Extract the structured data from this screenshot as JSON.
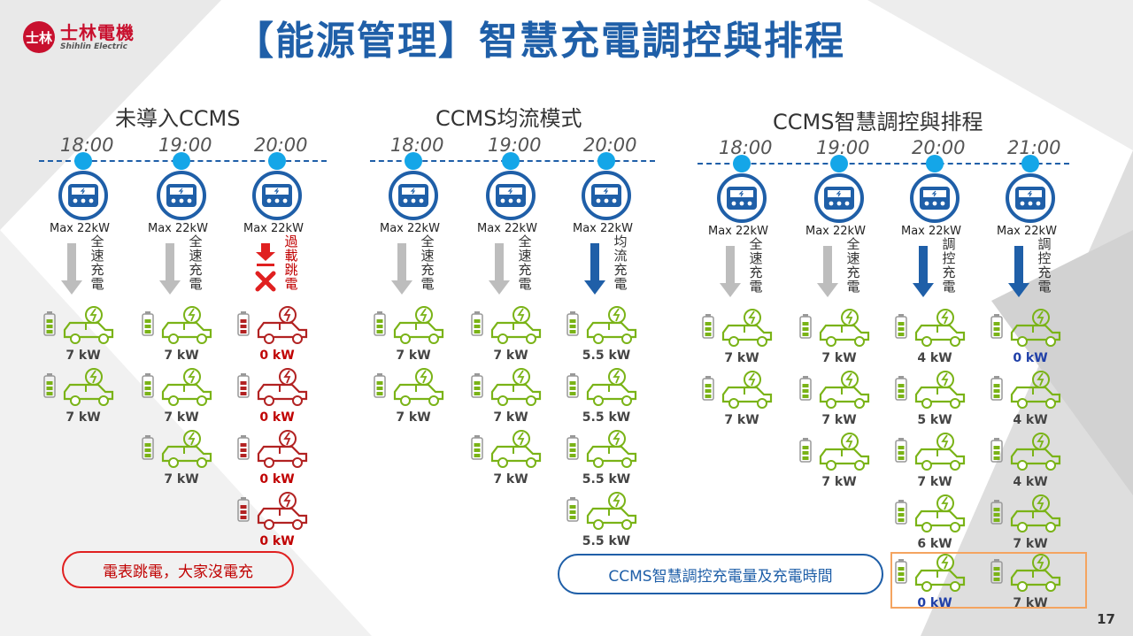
{
  "page_title": "【能源管理】智慧充電調控與排程",
  "brand": {
    "mark": "士林",
    "name_cn": "士林電機",
    "name_en": "Shihlin Electric"
  },
  "colors": {
    "primary_blue": "#1f5fa8",
    "dot_blue": "#14a6e8",
    "red": "#c00000",
    "car_green": "#7ab317",
    "arrow_gray": "#bdbdbd",
    "arrow_blue": "#1f5fa8",
    "highlight": "#f4a460"
  },
  "sections": [
    {
      "title": "未導入CCMS",
      "chargers": [
        {
          "time": "18:00",
          "max": "Max 22kW",
          "arrow": "gray",
          "label": "全速充電",
          "label_color": "gray",
          "cars": [
            {
              "kw": "7 kW",
              "state": "normal"
            },
            {
              "kw": "7 kW",
              "state": "normal"
            }
          ]
        },
        {
          "time": "19:00",
          "max": "Max 22kW",
          "arrow": "gray",
          "label": "全速充電",
          "label_color": "gray",
          "cars": [
            {
              "kw": "7 kW",
              "state": "normal"
            },
            {
              "kw": "7 kW",
              "state": "normal"
            },
            {
              "kw": "7 kW",
              "state": "normal"
            }
          ]
        },
        {
          "time": "20:00",
          "max": "Max 22kW",
          "arrow": "red",
          "label": "過載跳電",
          "label_color": "red",
          "cars": [
            {
              "kw": "0 kW",
              "state": "off"
            },
            {
              "kw": "0 kW",
              "state": "off"
            },
            {
              "kw": "0 kW",
              "state": "off"
            },
            {
              "kw": "0 kW",
              "state": "off"
            }
          ]
        }
      ]
    },
    {
      "title": "CCMS均流模式",
      "chargers": [
        {
          "time": "18:00",
          "max": "Max 22kW",
          "arrow": "gray",
          "label": "全速充電",
          "label_color": "gray",
          "cars": [
            {
              "kw": "7 kW",
              "state": "normal"
            },
            {
              "kw": "7 kW",
              "state": "normal"
            }
          ]
        },
        {
          "time": "19:00",
          "max": "Max 22kW",
          "arrow": "gray",
          "label": "全速充電",
          "label_color": "gray",
          "cars": [
            {
              "kw": "7 kW",
              "state": "normal"
            },
            {
              "kw": "7 kW",
              "state": "normal"
            },
            {
              "kw": "7 kW",
              "state": "normal"
            }
          ]
        },
        {
          "time": "20:00",
          "max": "Max 22kW",
          "arrow": "blue",
          "label": "均流充電",
          "label_color": "gray",
          "cars": [
            {
              "kw": "5.5 kW",
              "state": "normal"
            },
            {
              "kw": "5.5  kW",
              "state": "normal"
            },
            {
              "kw": "5.5  kW",
              "state": "normal"
            },
            {
              "kw": "5.5 kW",
              "state": "normal"
            }
          ]
        }
      ]
    },
    {
      "title": "CCMS智慧調控與排程",
      "chargers": [
        {
          "time": "18:00",
          "max": "Max 22kW",
          "arrow": "gray",
          "label": "全速充電",
          "label_color": "gray",
          "cars": [
            {
              "kw": "7 kW",
              "state": "normal"
            },
            {
              "kw": "7 kW",
              "state": "normal"
            }
          ]
        },
        {
          "time": "19:00",
          "max": "Max 22kW",
          "arrow": "gray",
          "label": "全速充電",
          "label_color": "gray",
          "cars": [
            {
              "kw": "7 kW",
              "state": "normal"
            },
            {
              "kw": "7 kW",
              "state": "normal"
            },
            {
              "kw": "7 kW",
              "state": "normal"
            }
          ]
        },
        {
          "time": "20:00",
          "max": "Max 22kW",
          "arrow": "blue",
          "label": "調控充電",
          "label_color": "gray",
          "cars": [
            {
              "kw": "4 kW",
              "state": "normal"
            },
            {
              "kw": "5 kW",
              "state": "normal"
            },
            {
              "kw": "7 kW",
              "state": "normal"
            },
            {
              "kw": "6 kW",
              "state": "normal"
            },
            {
              "kw": "0 kW",
              "state": "paused"
            }
          ]
        },
        {
          "time": "21:00",
          "max": "Max 22kW",
          "arrow": "blue",
          "label": "調控充電",
          "label_color": "gray",
          "cars": [
            {
              "kw": "0 kW",
              "state": "paused"
            },
            {
              "kw": "4 kW",
              "state": "normal"
            },
            {
              "kw": "4 kW",
              "state": "normal"
            },
            {
              "kw": "7 kW",
              "state": "normal"
            },
            {
              "kw": "7 kW",
              "state": "normal"
            }
          ]
        }
      ]
    }
  ],
  "notes": {
    "left": "電表跳電，大家沒電充",
    "right": "CCMS智慧調控充電量及充電時間"
  },
  "page_number": "17"
}
